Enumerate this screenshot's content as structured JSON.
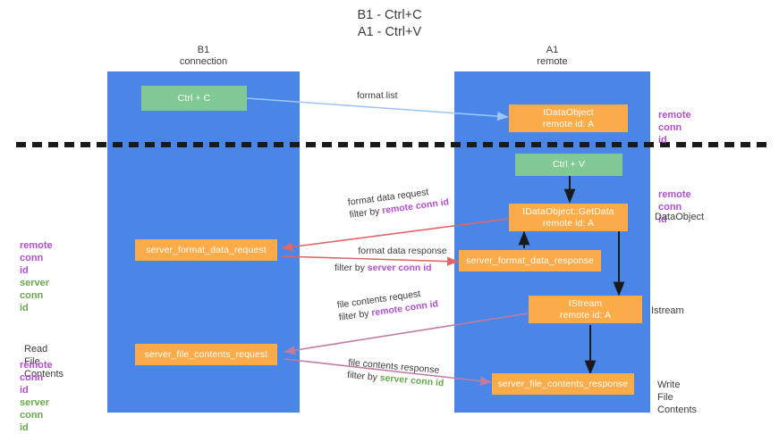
{
  "title": {
    "line1": "B1 - Ctrl+C",
    "line2": "A1 - Ctrl+V"
  },
  "lanes": [
    {
      "name": "B1",
      "sub": "connection"
    },
    {
      "name": "A1",
      "sub": "remote"
    }
  ],
  "colors": {
    "lane": "#4a86e8",
    "green_box": "#81c995",
    "orange_box": "#fbab48",
    "remote_conn_id": "#b24fce",
    "server_conn_id": "#6aa84f",
    "arrow_blue": "#9fc5f8",
    "arrow_red": "#e06666",
    "arrow_purple": "#c27ba0",
    "arrow_black": "#1a1a1a",
    "divider": "#1a1a1a"
  },
  "boxes": {
    "ctrl_c": "Ctrl + C",
    "ctrl_v": "Ctrl + V",
    "idataobject": {
      "line1": "IDataObject",
      "line2": "remote id: A"
    },
    "idataobject_getdata": {
      "line1": "IDataObject::GetData",
      "line2": "remote id: A"
    },
    "istream": {
      "line1": "IStream",
      "line2": "remote id: A"
    },
    "server_format_data_request": "server_format_data_request",
    "server_format_data_response": "server_format_data_response",
    "server_file_contents_request": "server_file_contents_request",
    "server_file_contents_response": "server_file_contents_response"
  },
  "arrow_labels": {
    "format_list": "format list",
    "format_data_request": "format data request",
    "format_data_request_filter_prefix": "filter by ",
    "format_data_request_filter_key": "remote conn id",
    "format_data_response": "format data response",
    "format_data_response_filter_prefix": "filter by ",
    "format_data_response_filter_key": "server conn id",
    "file_contents_request": "file contents request",
    "file_contents_request_filter_prefix": "filter by ",
    "file_contents_request_filter_key": "remote conn id",
    "file_contents_response": "file contents response",
    "file_contents_response_filter_prefix": "filter by ",
    "file_contents_response_filter_key": "server conn id"
  },
  "side_labels": {
    "remote_conn_id_top": "remote conn id",
    "remote_conn_id_mid": "remote conn id",
    "dataobject": "DataObject",
    "istream": "Istream",
    "write_file_contents": "Write File Contents",
    "read_file_contents": "Read File Contents",
    "legend_left_mid_remote": "remote conn id",
    "legend_left_mid_server": "server conn id",
    "legend_left_bottom_remote": "remote conn id",
    "legend_left_bottom_server": "server conn id"
  }
}
